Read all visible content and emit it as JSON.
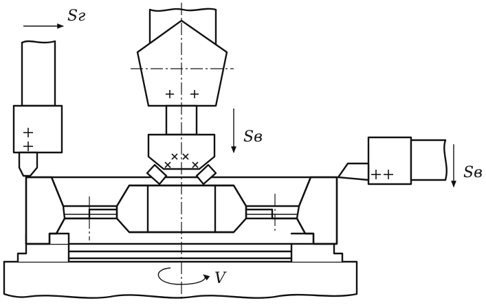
{
  "labels": {
    "feed_horizontal": "Sг",
    "feed_vertical_center": "Sв",
    "feed_vertical_right": "Sв",
    "rotation": "V"
  }
}
